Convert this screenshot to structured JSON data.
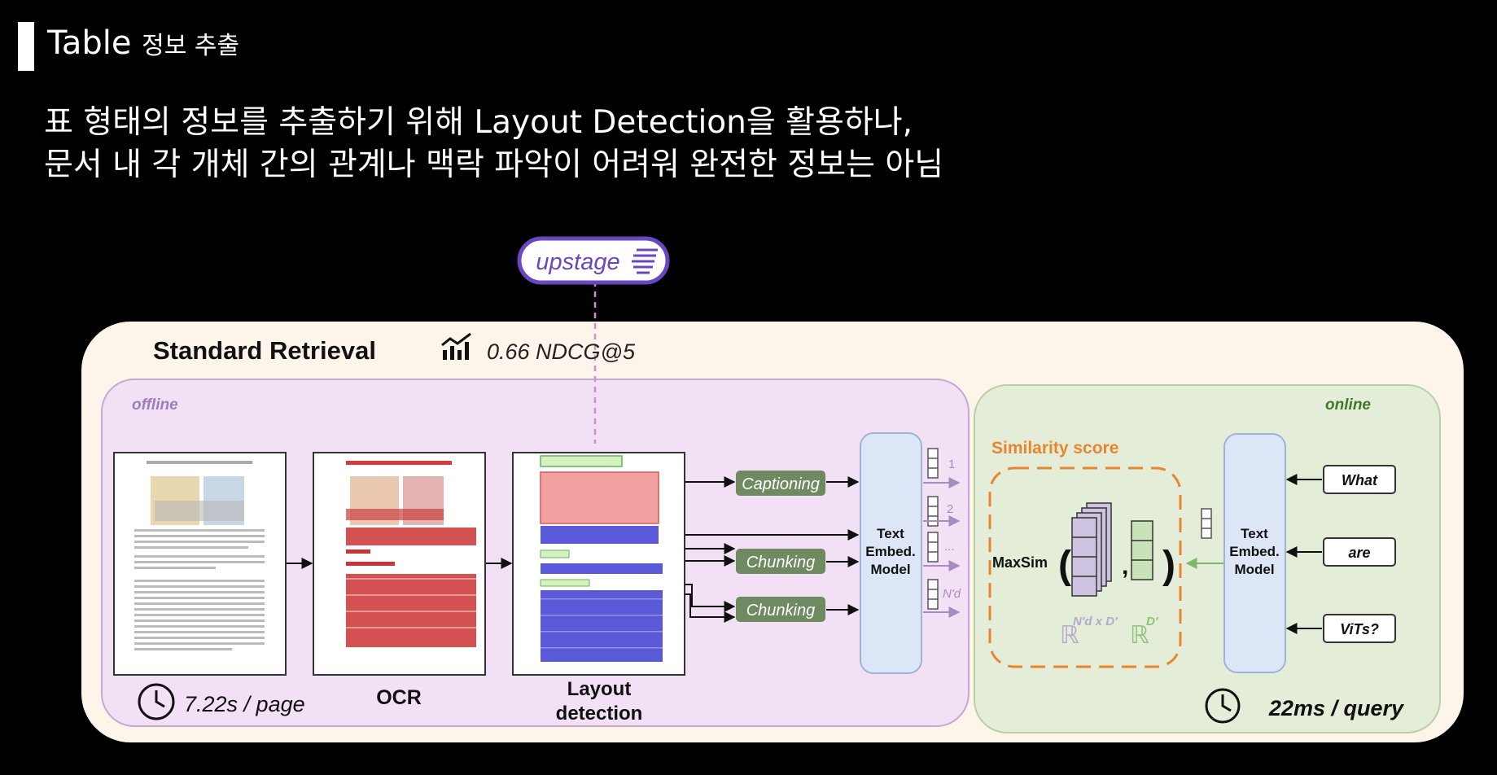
{
  "header": {
    "title_en": "Table",
    "title_ko": "정보 추출"
  },
  "subtitle": {
    "line1": "표 형태의 정보를 추출하기 위해 Layout Detection을 활용하나,",
    "line2": "문서 내 각 개체 간의 관계나 맥락 파악이 어려워 완전한 정보는 아님"
  },
  "diagram": {
    "logo_text": "upstage",
    "title": "Standard Retrieval",
    "metric": "0.66 NDCG@5",
    "offline": {
      "label": "offline",
      "steps": [
        "OCR",
        "Layout",
        "detection"
      ],
      "time": "7.22s / page",
      "branches": [
        "Captioning",
        "Chunking",
        "Chunking"
      ],
      "embed_model": [
        "Text",
        "Embed.",
        "Model"
      ],
      "vector_labels": [
        "1",
        "2",
        "...",
        "N'd"
      ]
    },
    "online": {
      "label": "online",
      "similarity_label": "Similarity score",
      "maxsim": "MaxSim",
      "space1": "ℝ",
      "space1_sup": "N'd x D'",
      "space2": "ℝ",
      "space2_sup": "D'",
      "embed_model": [
        "Text",
        "Embed.",
        "Model"
      ],
      "query_tokens": [
        "What",
        "are",
        "ViTs?"
      ],
      "time": "22ms / query"
    }
  },
  "colors": {
    "outer_panel": "#fdf5ea",
    "offline_panel": "#f2e1f5",
    "offline_border": "#c8a7d3",
    "online_panel": "#e3edd8",
    "online_border": "#b9cfa6",
    "embed_box": "#dde6f7",
    "branch_box": "#6f8a60",
    "similarity_orange": "#e8862f",
    "logo_purple": "#6b46c1",
    "online_green": "#3f7a2a"
  }
}
